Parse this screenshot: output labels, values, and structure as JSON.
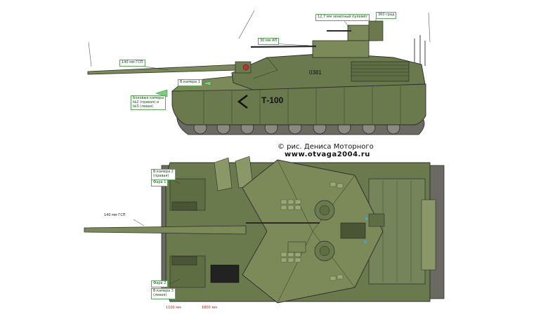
{
  "side_view": {
    "callouts": {
      "aa_mg": "12,7 мм зенитный пулемёт",
      "rotation": "360 град",
      "autocannon": "30 мм АП",
      "main_gun": "140 мм ГСП",
      "camera1": "В.камера 1",
      "side_cameras": [
        "Боковые камеры",
        "№2 (правая) и",
        "№3 (левая)"
      ]
    },
    "tank_name": "Т-100",
    "hull_number": "0381"
  },
  "credit": {
    "author": "© рис. Дениса Моторного",
    "site": "www.otvaga2004.ru"
  },
  "top_view": {
    "callouts": {
      "cam2_right": [
        "В.камера 2",
        "(правая)"
      ],
      "headlight1": "Фара 1",
      "main_gun": "140 мм ГСП",
      "headlight2": "Фара 2",
      "cam3_left": [
        "В.камера 3",
        "(левая)"
      ]
    },
    "dimensions": [
      "1100 мм",
      "1800 мм"
    ]
  },
  "colors": {
    "armor": "#6b7a4c",
    "armor_dark": "#4a5535",
    "armor_light": "#8a9868",
    "track": "#6a6a62",
    "callout_border": "#58a858"
  }
}
